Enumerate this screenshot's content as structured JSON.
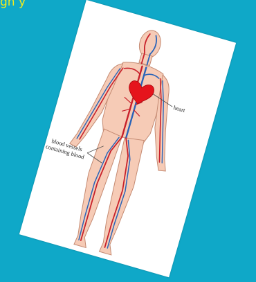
{
  "slide": {
    "title": "gh y"
  },
  "diagram": {
    "labels": {
      "heart": "heart",
      "vessels_line1": "blood vessels",
      "vessels_line2": "containing blood"
    },
    "colors": {
      "background": "#0fa8c8",
      "title": "#f2ea1d",
      "skin": "#f6cbb6",
      "skin_outline": "#c48a72",
      "artery": "#c8202a",
      "vein": "#2a64b8",
      "heart": "#e5141c"
    }
  }
}
